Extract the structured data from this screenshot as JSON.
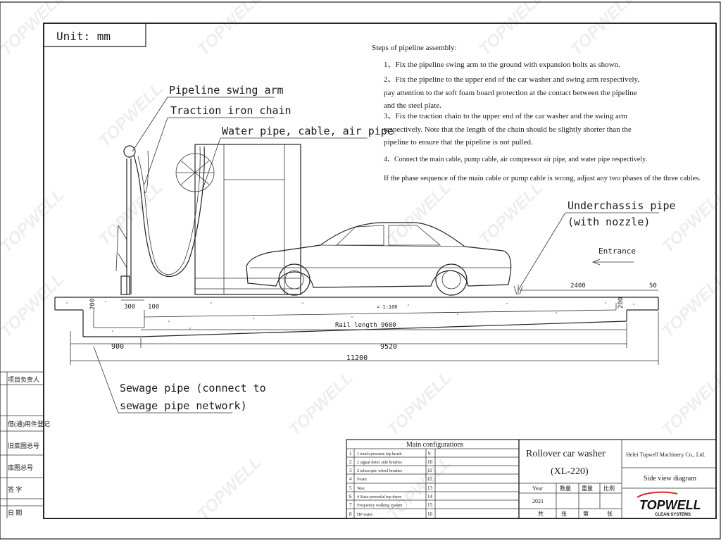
{
  "unit_label": "Unit: mm",
  "steps": {
    "title": "Steps of pipeline assembly:",
    "lines": [
      "1、Fix the pipeline swing arm to the ground with expansion bolts as shown.",
      "2、Fix the pipeline to the upper end of the car washer and swing arm respectively,",
      "pay attention to the soft foam board protection at the contact between the pipeline",
      "and the steel plate.",
      "3、Fix the traction chain to the upper end of the car washer and the swing arm",
      "respectively. Note that the length of the chain should be slightly shorter than the",
      "pipeline to ensure that the pipeline is not pulled.",
      "4、Connect the main cable, pump cable, air compressor air pipe, and water pipe respectively.",
      "If the phase sequence of the main cable or pump cable is wrong, adjust any two phases of the three cables."
    ]
  },
  "callouts": {
    "swing_arm": "Pipeline swing arm",
    "traction_chain": "Traction iron chain",
    "water_pipe": "Water pipe, cable, air pipe",
    "underchassis_1": "Underchassis pipe",
    "underchassis_2": "(with nozzle)",
    "entrance": "Entrance",
    "sewage_1": "Sewage pipe (connect to",
    "sewage_2": "sewage pipe network)"
  },
  "dimensions": {
    "d300": "300",
    "d100": "100",
    "d2400": "2400",
    "d50": "50",
    "slope": "∠ 1:100",
    "rail": "Rail length 9600",
    "d900": "900",
    "d9520": "9520",
    "d11200": "11200",
    "d200l": "200",
    "d200r": "200"
  },
  "left_margin_labels": [
    "项目负责人",
    "借(通)用件登记",
    "旧底图总号",
    "底图总号",
    "签  字",
    "日  期"
  ],
  "configs": {
    "title": "Main configurations",
    "rows": [
      {
        "n": "1",
        "item": "1 touch pressure top brush",
        "m": "9"
      },
      {
        "n": "2",
        "item": "2 signal detec side brushes",
        "m": "10"
      },
      {
        "n": "3",
        "item": "2 telescopic wheel brushes",
        "m": "11"
      },
      {
        "n": "4",
        "item": "Foam",
        "m": "12"
      },
      {
        "n": "5",
        "item": "Wax",
        "m": "13"
      },
      {
        "n": "6",
        "item": "4 State powerful top dryer",
        "m": "14"
      },
      {
        "n": "7",
        "item": "Frequency walking system",
        "m": "15"
      },
      {
        "n": "8",
        "item": "HP water",
        "m": "16"
      }
    ]
  },
  "title_block": {
    "product": "Rollover car washer",
    "model": "(XL-220)",
    "company": "Hefei Topwell Machinery Co., Ltd.",
    "drawing": "Side view diagram",
    "year_label": "Year",
    "year": "2021",
    "col_qty": "数量",
    "col_weight": "重量",
    "col_scale": "比例",
    "total": "共",
    "sheets": "张",
    "no": "第",
    "sheet": "张"
  },
  "logo": {
    "brand": "TOPWELL",
    "tagline": "CLEAN SYSTEMS",
    "accent": "#d8262c"
  },
  "watermark": "TOPWELL"
}
